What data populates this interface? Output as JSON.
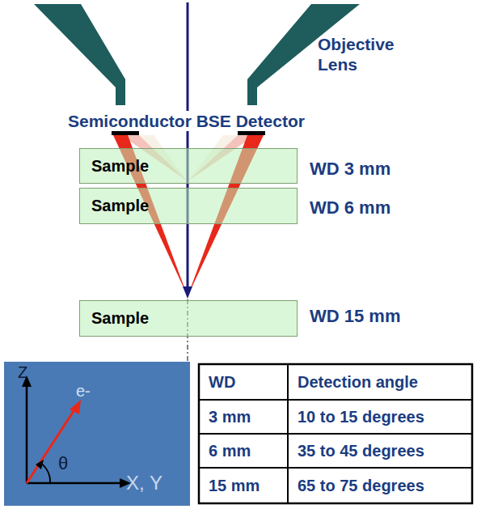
{
  "diagram": {
    "nodes": [
      {
        "text": [
          "Sample"
        ]
      },
      {
        "text": [
          "Sample"
        ]
      },
      {
        "text": [
          "Sample"
        ]
      }
    ],
    "labels": [
      "Objective Lens",
      "Semiconductor BSE Detector",
      "WD 3 mm",
      "WD 6 mm",
      "WD 15 mm",
      "Z",
      "e-",
      "θ",
      "X, Y",
      "WD",
      "Detection angle",
      "3 mm",
      "10 to 15 degrees",
      "6 mm",
      "35 to 45 degrees",
      "15 mm",
      "65 to 75 degrees"
    ]
  }
}
